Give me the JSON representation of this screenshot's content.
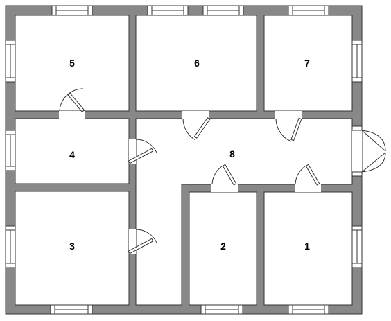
{
  "rooms": [
    {
      "id": "room-5",
      "label": "5"
    },
    {
      "id": "room-6",
      "label": "6"
    },
    {
      "id": "room-7",
      "label": "7"
    },
    {
      "id": "room-4",
      "label": "4"
    },
    {
      "id": "room-8",
      "label": "8"
    },
    {
      "id": "room-3",
      "label": "3"
    },
    {
      "id": "room-2",
      "label": "2"
    },
    {
      "id": "room-1",
      "label": "1"
    }
  ],
  "colors": {
    "wall": "#888888",
    "outline": "#333333",
    "background": "#ffffff"
  }
}
